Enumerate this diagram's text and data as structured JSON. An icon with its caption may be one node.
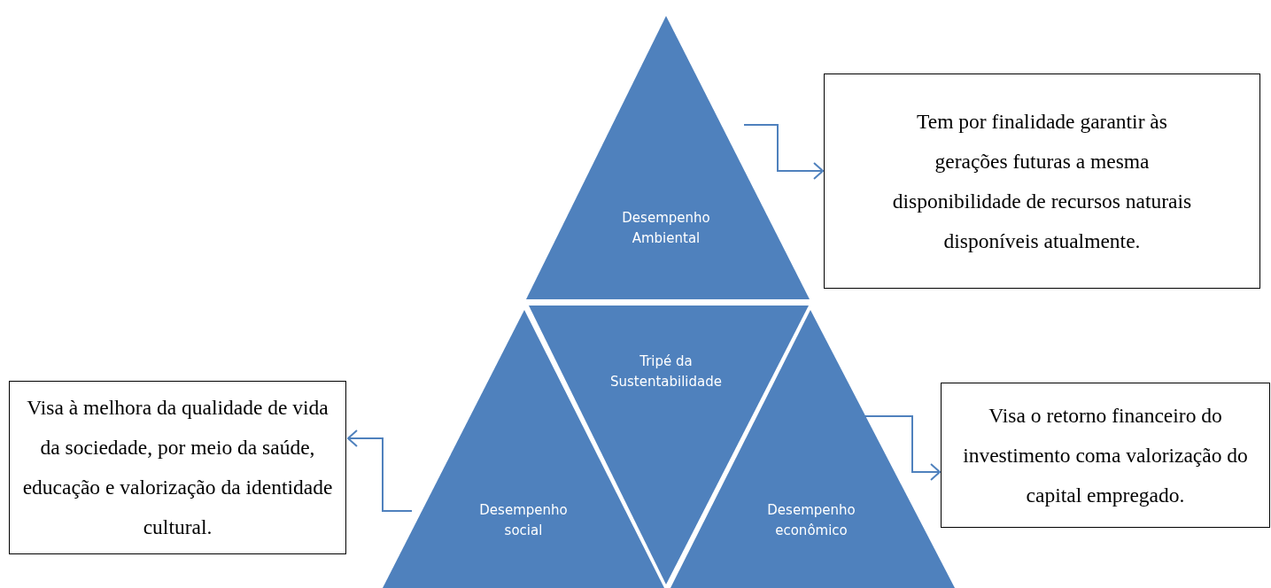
{
  "diagram": {
    "nodes": [
      {
        "text": [
          "Desempenho Ambiental"
        ]
      },
      {
        "text": [
          "Tem por finalidade garantir às gerações futuras a mesma disponibilidade de recursos naturais disponíveis atualmente."
        ]
      },
      {
        "text": [
          "Tripé da Sustentabilidade"
        ]
      },
      {
        "text": [
          "Visa à melhora da qualidade de vida da sociedade, por meio da saúde, educação e valorização da identidade cultural."
        ]
      },
      {
        "text": [
          "Desempenho social"
        ]
      },
      {
        "text": [
          "Visa o retorno financeiro do investimento coma valorização do capital empregado."
        ]
      },
      {
        "text": [
          "Desempenho econômico"
        ]
      }
    ],
    "edges": [
      {
        "from": 0,
        "to": 1,
        "arrow": "to"
      },
      {
        "from": 4,
        "to": 3,
        "arrow": "to"
      },
      {
        "from": 6,
        "to": 5,
        "arrow": "to"
      }
    ]
  }
}
